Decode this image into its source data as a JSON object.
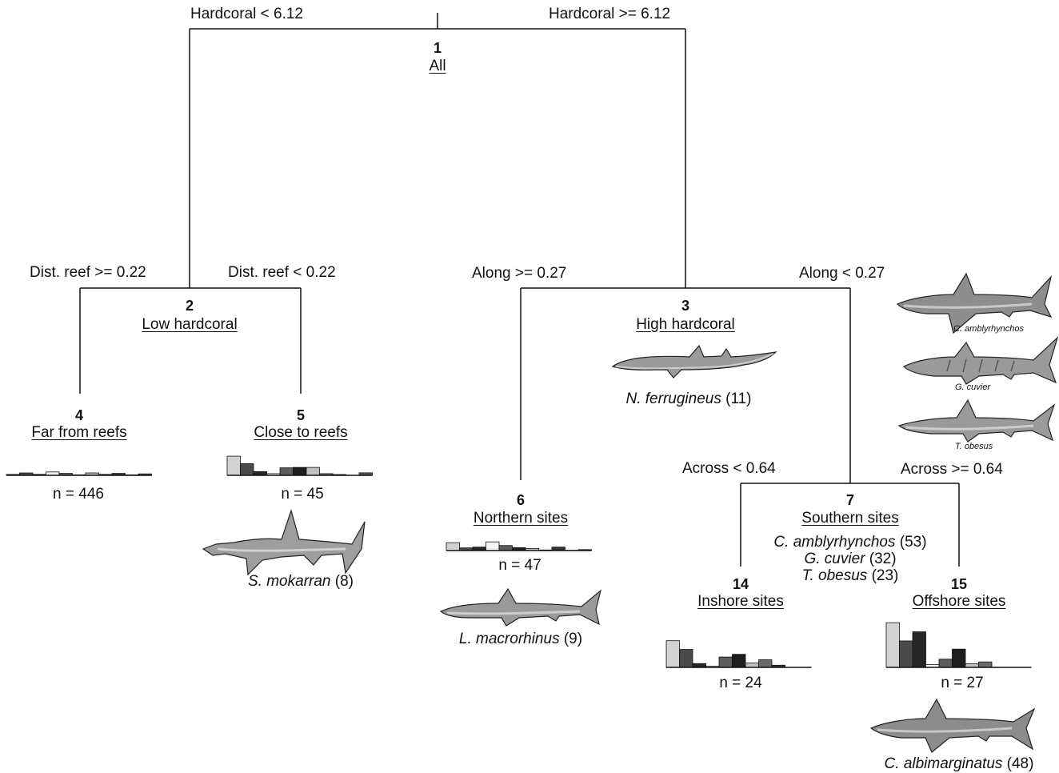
{
  "splits": {
    "s1_left": "Hardcoral < 6.12",
    "s1_right": "Hardcoral >= 6.12",
    "s2_left": "Dist. reef >= 0.22",
    "s2_right": "Dist. reef < 0.22",
    "s3_left": "Along >= 0.27",
    "s3_right": "Along < 0.27",
    "s7_left": "Across < 0.64",
    "s7_right": "Across >= 0.64"
  },
  "nodes": {
    "n1": {
      "num": "1",
      "label": "All"
    },
    "n2": {
      "num": "2",
      "label": "Low hardcoral"
    },
    "n3": {
      "num": "3",
      "label": "High hardcoral",
      "species": "N. ferrugineus",
      "count": "(11)"
    },
    "n4": {
      "num": "4",
      "label": "Far from reefs",
      "n": "n = 446",
      "bars": [
        0.04,
        0.1,
        0.04,
        0.14,
        0.08,
        0.02,
        0.1,
        0.04,
        0.08,
        0.02,
        0.06
      ]
    },
    "n5": {
      "num": "5",
      "label": "Close to reefs",
      "n": "n = 45",
      "species": "S. mokarran",
      "count": "(8)",
      "bars": [
        0.92,
        0.56,
        0.18,
        0.08,
        0.36,
        0.38,
        0.38,
        0.08,
        0.04,
        0.0,
        0.12
      ]
    },
    "n6": {
      "num": "6",
      "label": "Northern sites",
      "n": "n = 47",
      "species": "L. macrorhinus",
      "count": "(9)",
      "bars": [
        0.82,
        0.28,
        0.36,
        0.9,
        0.52,
        0.3,
        0.22,
        0.06,
        0.36,
        0.02,
        0.1
      ]
    },
    "n7": {
      "num": "7",
      "label": "Southern sites",
      "species": [
        {
          "name": "C. amblyrhynchos",
          "count": "(53)"
        },
        {
          "name": "G. cuvier",
          "count": "(32)"
        },
        {
          "name": "T. obesus",
          "count": "(23)"
        }
      ]
    },
    "n14": {
      "num": "14",
      "label": "Inshore sites",
      "n": "n = 24",
      "bars": [
        0.98,
        0.66,
        0.14,
        0.04,
        0.38,
        0.48,
        0.16,
        0.28,
        0.08,
        0.0,
        0.0
      ]
    },
    "n15": {
      "num": "15",
      "label": "Offshore sites",
      "n": "n = 27",
      "species": "C. albimarginatus",
      "count": "(48)",
      "bars": [
        0.98,
        0.58,
        0.78,
        0.06,
        0.18,
        0.4,
        0.08,
        0.12,
        0.0,
        0.0,
        0.0
      ]
    }
  },
  "side_sharks": [
    "C. amblyrhynchos",
    "G. cuvier",
    "T. obesus"
  ],
  "bar_colors": [
    "#d2d2d2",
    "#4a4a4a",
    "#262626",
    "#f4f4f4",
    "#5c5c5c",
    "#1e1e1e",
    "#bfbfbf",
    "#6a6a6a",
    "#333333",
    "#e6e6e6",
    "#555555"
  ]
}
